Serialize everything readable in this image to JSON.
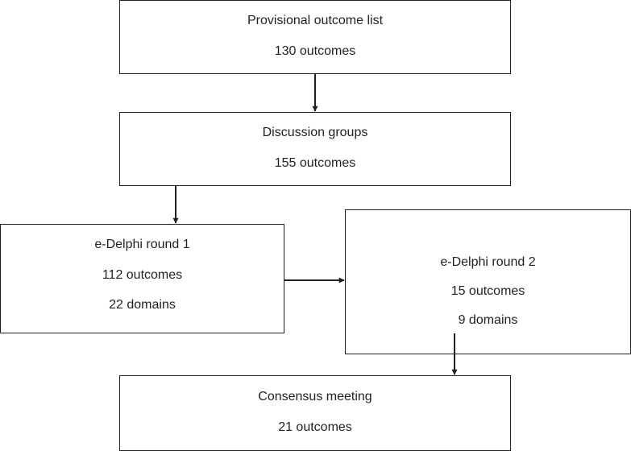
{
  "diagram": {
    "boxes": {
      "provisional": {
        "title": "Provisional outcome list",
        "outcomes": "130 outcomes"
      },
      "discussion": {
        "title": "Discussion groups",
        "outcomes": "155 outcomes"
      },
      "round1": {
        "title": "e-Delphi round 1",
        "outcomes": "112 outcomes",
        "domains": "22 domains"
      },
      "round2": {
        "title": "e-Delphi round 2",
        "outcomes": "15 outcomes",
        "domains": "9 domains"
      },
      "consensus": {
        "title": "Consensus meeting",
        "outcomes": "21 outcomes"
      }
    },
    "edges": [
      {
        "from": "provisional",
        "to": "discussion"
      },
      {
        "from": "discussion",
        "to": "round1"
      },
      {
        "from": "round1",
        "to": "round2"
      },
      {
        "from": "round2",
        "to": "consensus"
      }
    ],
    "line_color": "#231f20"
  }
}
